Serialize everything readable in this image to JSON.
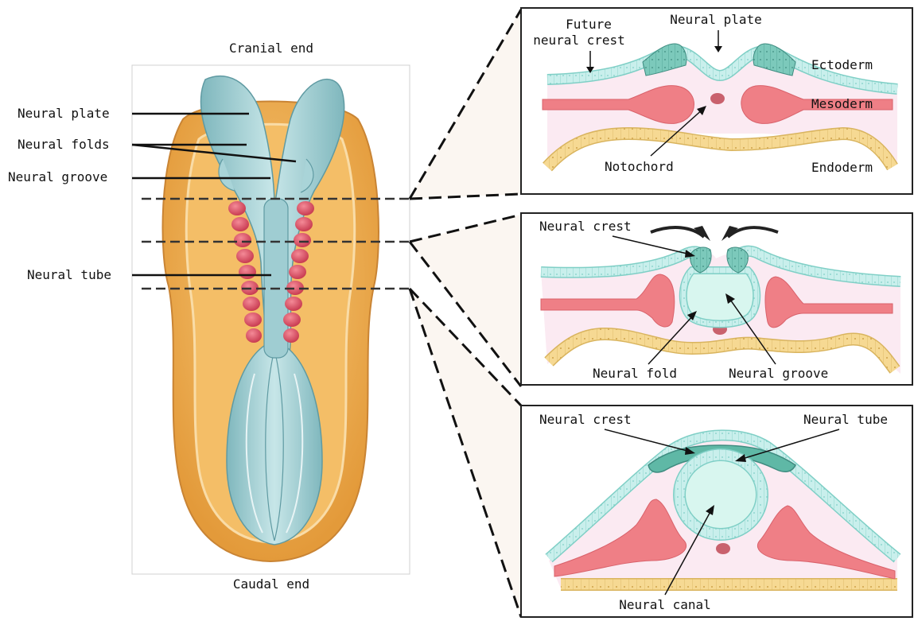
{
  "embryo": {
    "cranial_label": "Cranial end",
    "caudal_label": "Caudal end",
    "labels": {
      "neural_plate": "Neural plate",
      "neural_folds": "Neural folds",
      "neural_groove": "Neural groove",
      "neural_tube": "Neural tube"
    }
  },
  "panel1": {
    "future_crest_line1": "Future",
    "future_crest_line2": "neural crest",
    "neural_plate": "Neural plate",
    "ectoderm": "Ectoderm",
    "mesoderm": "Mesoderm",
    "notochord": "Notochord",
    "endoderm": "Endoderm"
  },
  "panel2": {
    "neural_crest": "Neural crest",
    "neural_fold": "Neural fold",
    "neural_groove": "Neural groove"
  },
  "panel3": {
    "neural_crest": "Neural crest",
    "neural_tube": "Neural tube",
    "neural_canal": "Neural canal"
  },
  "colors": {
    "ectoderm": "#c9efec",
    "neural_plate": "#7cc9bb",
    "mesoderm": "#ef7f86",
    "endoderm": "#f6d993",
    "notochord": "#c9616d",
    "embryo_orange": "#f0b04e",
    "embryo_teal": "#9fcdd2",
    "somite": "#e05a6d"
  }
}
